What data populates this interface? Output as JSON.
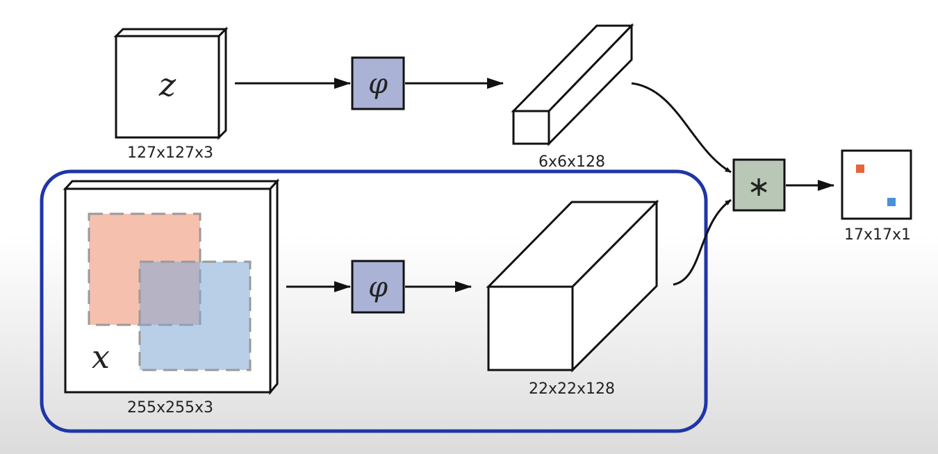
{
  "exemplar": {
    "symbol": "z",
    "dims": "127x127x3"
  },
  "search": {
    "symbol": "x",
    "dims": "255x255x3"
  },
  "embedding": {
    "symbol": "φ"
  },
  "exemplar_features": {
    "dims": "6x6x128"
  },
  "search_features": {
    "dims": "22x22x128"
  },
  "correlation": {
    "symbol": "∗"
  },
  "score_map": {
    "dims": "17x17x1"
  },
  "colors": {
    "highlight_outline": "#1f35a8",
    "op_phi_fill": "#aab3d6",
    "op_corr_fill": "#b9c8b6",
    "region_red": "#ef8c6e",
    "region_blue": "#7fa8d6",
    "score_red": "#e8643a",
    "score_blue": "#4a90d9"
  }
}
